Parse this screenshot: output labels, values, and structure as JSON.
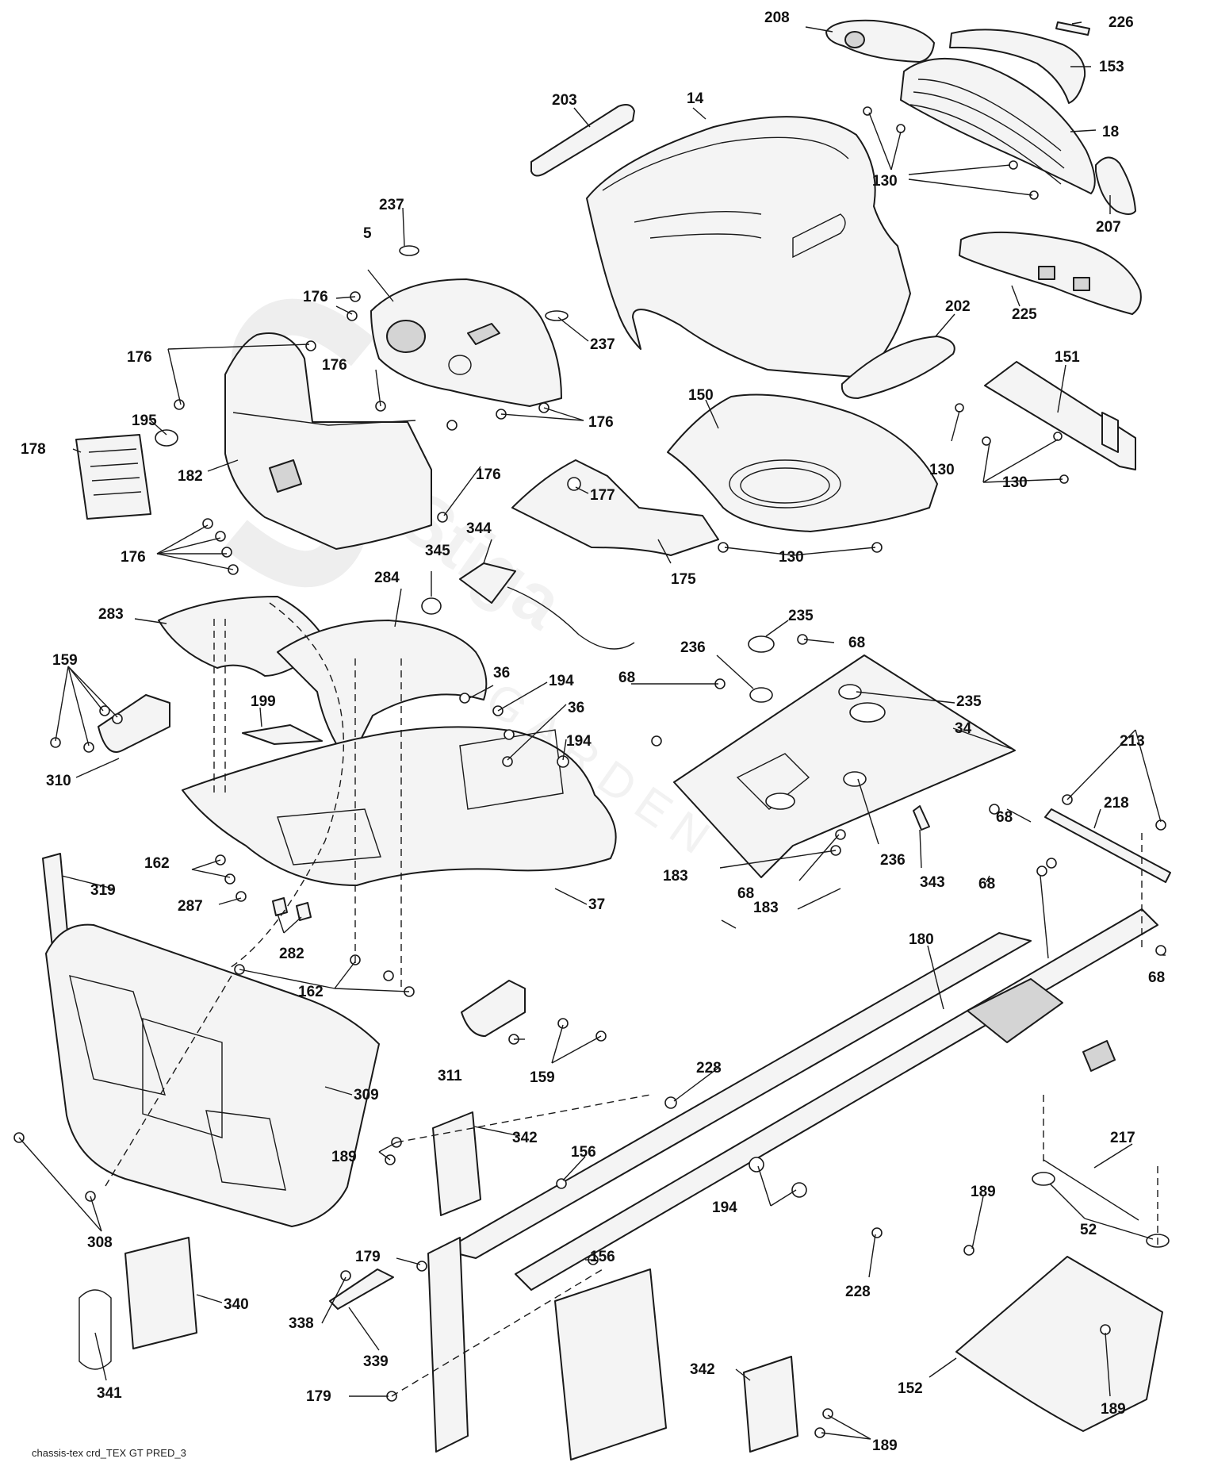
{
  "diagram": {
    "watermark": "Stiga",
    "watermark_sub": "GARDEN",
    "footer": "chassis-tex crd_TEX GT PRED_3"
  },
  "callouts": [
    {
      "id": "c208",
      "label": "208"
    },
    {
      "id": "c226",
      "label": "226"
    },
    {
      "id": "c153",
      "label": "153"
    },
    {
      "id": "c203",
      "label": "203"
    },
    {
      "id": "c14",
      "label": "14"
    },
    {
      "id": "c18",
      "label": "18"
    },
    {
      "id": "c130a",
      "label": "130"
    },
    {
      "id": "c207",
      "label": "207"
    },
    {
      "id": "c237a",
      "label": "237"
    },
    {
      "id": "c5",
      "label": "5"
    },
    {
      "id": "c176a",
      "label": "176"
    },
    {
      "id": "c237b",
      "label": "237"
    },
    {
      "id": "c225",
      "label": "225"
    },
    {
      "id": "c202",
      "label": "202"
    },
    {
      "id": "c176b",
      "label": "176"
    },
    {
      "id": "c176c",
      "label": "176"
    },
    {
      "id": "c151",
      "label": "151"
    },
    {
      "id": "c195",
      "label": "195"
    },
    {
      "id": "c176d",
      "label": "176"
    },
    {
      "id": "c150",
      "label": "150"
    },
    {
      "id": "c178",
      "label": "178"
    },
    {
      "id": "c182",
      "label": "182"
    },
    {
      "id": "c130b",
      "label": "130"
    },
    {
      "id": "c176e",
      "label": "176"
    },
    {
      "id": "c177",
      "label": "177"
    },
    {
      "id": "c130c",
      "label": "130"
    },
    {
      "id": "c176f",
      "label": "176"
    },
    {
      "id": "c344",
      "label": "344"
    },
    {
      "id": "c130d",
      "label": "130"
    },
    {
      "id": "c175",
      "label": "175"
    },
    {
      "id": "c345",
      "label": "345"
    },
    {
      "id": "c284",
      "label": "284"
    },
    {
      "id": "c283",
      "label": "283"
    },
    {
      "id": "c235a",
      "label": "235"
    },
    {
      "id": "c236a",
      "label": "236"
    },
    {
      "id": "c68a",
      "label": "68"
    },
    {
      "id": "c159a",
      "label": "159"
    },
    {
      "id": "c68b",
      "label": "68"
    },
    {
      "id": "c36a",
      "label": "36"
    },
    {
      "id": "c194a",
      "label": "194"
    },
    {
      "id": "c235b",
      "label": "235"
    },
    {
      "id": "c36b",
      "label": "36"
    },
    {
      "id": "c199",
      "label": "199"
    },
    {
      "id": "c194b",
      "label": "194"
    },
    {
      "id": "c34",
      "label": "34"
    },
    {
      "id": "c213",
      "label": "213"
    },
    {
      "id": "c310",
      "label": "310"
    },
    {
      "id": "c218",
      "label": "218"
    },
    {
      "id": "c68c",
      "label": "68"
    },
    {
      "id": "c162a",
      "label": "162"
    },
    {
      "id": "c236b",
      "label": "236"
    },
    {
      "id": "c183a",
      "label": "183"
    },
    {
      "id": "c343",
      "label": "343"
    },
    {
      "id": "c68d",
      "label": "68"
    },
    {
      "id": "c319",
      "label": "319"
    },
    {
      "id": "c287",
      "label": "287"
    },
    {
      "id": "c37",
      "label": "37"
    },
    {
      "id": "c183b",
      "label": "183"
    },
    {
      "id": "c68e",
      "label": "68"
    },
    {
      "id": "c282",
      "label": "282"
    },
    {
      "id": "c180",
      "label": "180"
    },
    {
      "id": "c68f",
      "label": "68"
    },
    {
      "id": "c162b",
      "label": "162"
    },
    {
      "id": "c311",
      "label": "311"
    },
    {
      "id": "c159b",
      "label": "159"
    },
    {
      "id": "c228a",
      "label": "228"
    },
    {
      "id": "c309",
      "label": "309"
    },
    {
      "id": "c342a",
      "label": "342"
    },
    {
      "id": "c189a",
      "label": "189"
    },
    {
      "id": "c156a",
      "label": "156"
    },
    {
      "id": "c217",
      "label": "217"
    },
    {
      "id": "c194c",
      "label": "194"
    },
    {
      "id": "c189b",
      "label": "189"
    },
    {
      "id": "c308",
      "label": "308"
    },
    {
      "id": "c52",
      "label": "52"
    },
    {
      "id": "c156b",
      "label": "156"
    },
    {
      "id": "c179a",
      "label": "179"
    },
    {
      "id": "c340",
      "label": "340"
    },
    {
      "id": "c338",
      "label": "338"
    },
    {
      "id": "c228b",
      "label": "228"
    },
    {
      "id": "c342b",
      "label": "342"
    },
    {
      "id": "c339",
      "label": "339"
    },
    {
      "id": "c341",
      "label": "341"
    },
    {
      "id": "c152",
      "label": "152"
    },
    {
      "id": "c189c",
      "label": "189"
    },
    {
      "id": "c179b",
      "label": "179"
    },
    {
      "id": "c189d",
      "label": "189"
    }
  ]
}
